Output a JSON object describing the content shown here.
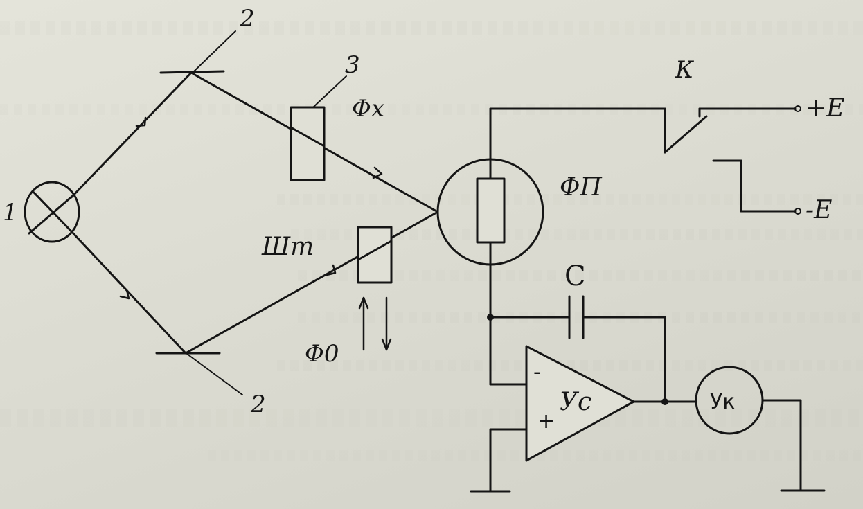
{
  "labels": {
    "source": "1",
    "mirror_top": "2",
    "mirror_bottom": "2",
    "sample": "3",
    "flux_x": "Φx",
    "curtain": "Шт",
    "flux_0": "Φ0",
    "photodetector": "ΦП",
    "switch": "К",
    "plus_supply": "+E",
    "minus_supply": "-E",
    "capacitor": "С",
    "amplifier": "Ус",
    "amp_minus": "-",
    "amp_plus": "+",
    "meter": "Ук"
  },
  "colors": {
    "ink": "#151515",
    "paper": "#e0e0d6"
  }
}
